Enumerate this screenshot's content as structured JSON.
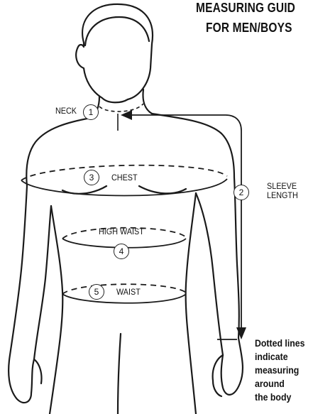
{
  "title": {
    "line1": "MEASURING GUID",
    "line2": "FOR MEN/BOYS"
  },
  "measurements": [
    {
      "number": "1",
      "label": "NECK"
    },
    {
      "number": "2",
      "label_line1": "SLEEVE",
      "label_line2": "LENGTH"
    },
    {
      "number": "3",
      "label": "CHEST"
    },
    {
      "number": "4",
      "label": "HIGH WAIST"
    },
    {
      "number": "5",
      "label": "WAIST"
    }
  ],
  "note": {
    "lines": [
      "Dotted lines",
      "indicate",
      "measuring",
      "around",
      "the body"
    ]
  },
  "colors": {
    "ink": "#111111",
    "background": "#ffffff"
  }
}
